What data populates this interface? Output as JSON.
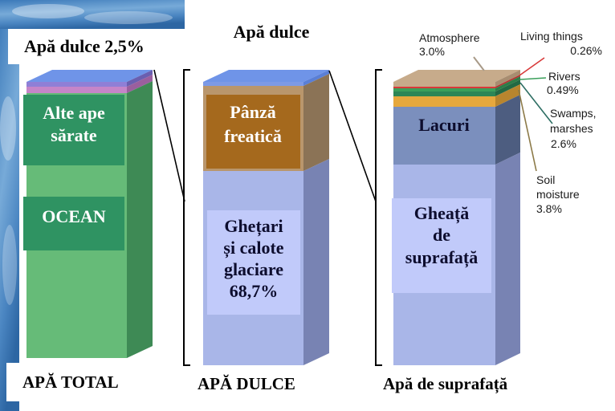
{
  "header": {
    "fresh_share_label": "Apă dulce 2,5%",
    "fresh_title": "Apă dulce"
  },
  "columns": [
    {
      "caption": "APĂ TOTAL",
      "segments": [
        {
          "lines": [
            "Alte ape",
            "sărate"
          ]
        },
        {
          "lines": [
            "OCEAN"
          ]
        }
      ]
    },
    {
      "caption": "APĂ DULCE",
      "segments": [
        {
          "lines": [
            "Pânză",
            "freatică"
          ]
        },
        {
          "lines": [
            "Ghețari",
            "și calote",
            "glaciare",
            "68,7%"
          ]
        }
      ]
    },
    {
      "caption": "Apă de suprafață",
      "segments": [
        {
          "lines": [
            "Lacuri"
          ]
        },
        {
          "lines": [
            "Gheață",
            "de",
            "suprafață"
          ]
        }
      ]
    }
  ],
  "callouts": [
    {
      "lines": [
        "Atmosphere",
        "3.0%"
      ]
    },
    {
      "lines": [
        "Living things",
        "0.26%"
      ]
    },
    {
      "lines": [
        "Rivers",
        "0.49%"
      ]
    },
    {
      "lines": [
        "Swamps,",
        "marshes",
        "2.6%"
      ]
    },
    {
      "lines": [
        "Soil",
        "moisture",
        "3.8%"
      ]
    }
  ],
  "colors": {
    "fresh_top": "#6f94e8",
    "other_saline": "#c585c8",
    "ocean": "#66bb78",
    "saline_box": "#2f9362",
    "groundwater": "#b9966c",
    "groundwater_box": "#a5691d",
    "glaciers": "#a9b6e8",
    "label_box": "#c1cafa",
    "atmosphere": "#c7ab8b",
    "living_things": "#d83a3a",
    "rivers": "#3ba05b",
    "swamps": "#2d8656",
    "soil_moisture": "#e6a83d",
    "lakes": "#7b8fbd"
  }
}
